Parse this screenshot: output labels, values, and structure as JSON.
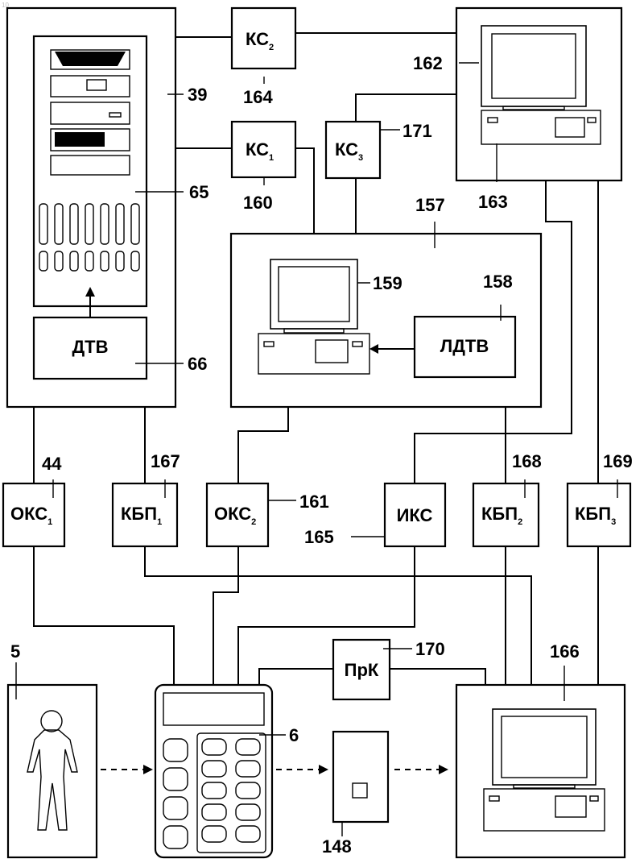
{
  "labels": {
    "n39": "39",
    "n65": "65",
    "n66": "66",
    "n44": "44",
    "n167": "167",
    "n161": "161",
    "n165": "165",
    "n168": "168",
    "n169": "169",
    "n164": "164",
    "n160": "160",
    "n171": "171",
    "n162": "162",
    "n163": "163",
    "n157": "157",
    "n159": "159",
    "n158": "158",
    "n170": "170",
    "n166": "166",
    "n5": "5",
    "n6": "6",
    "n148": "148",
    "n10": "10"
  },
  "blocks": {
    "ks2": {
      "main": "КС",
      "sub": "2"
    },
    "ks1": {
      "main": "КС",
      "sub": "1"
    },
    "ks3": {
      "main": "КС",
      "sub": "3"
    },
    "dtv": "ДТВ",
    "ldtv": "ЛДТВ",
    "oks1": {
      "main": "ОКС",
      "sub": "1"
    },
    "kbp1": {
      "main": "КБП",
      "sub": "1"
    },
    "oks2": {
      "main": "ОКС",
      "sub": "2"
    },
    "iks": "ИКС",
    "kbp2": {
      "main": "КБП",
      "sub": "2"
    },
    "kbp3": {
      "main": "КБП",
      "sub": "3"
    },
    "prk": "ПрК"
  }
}
